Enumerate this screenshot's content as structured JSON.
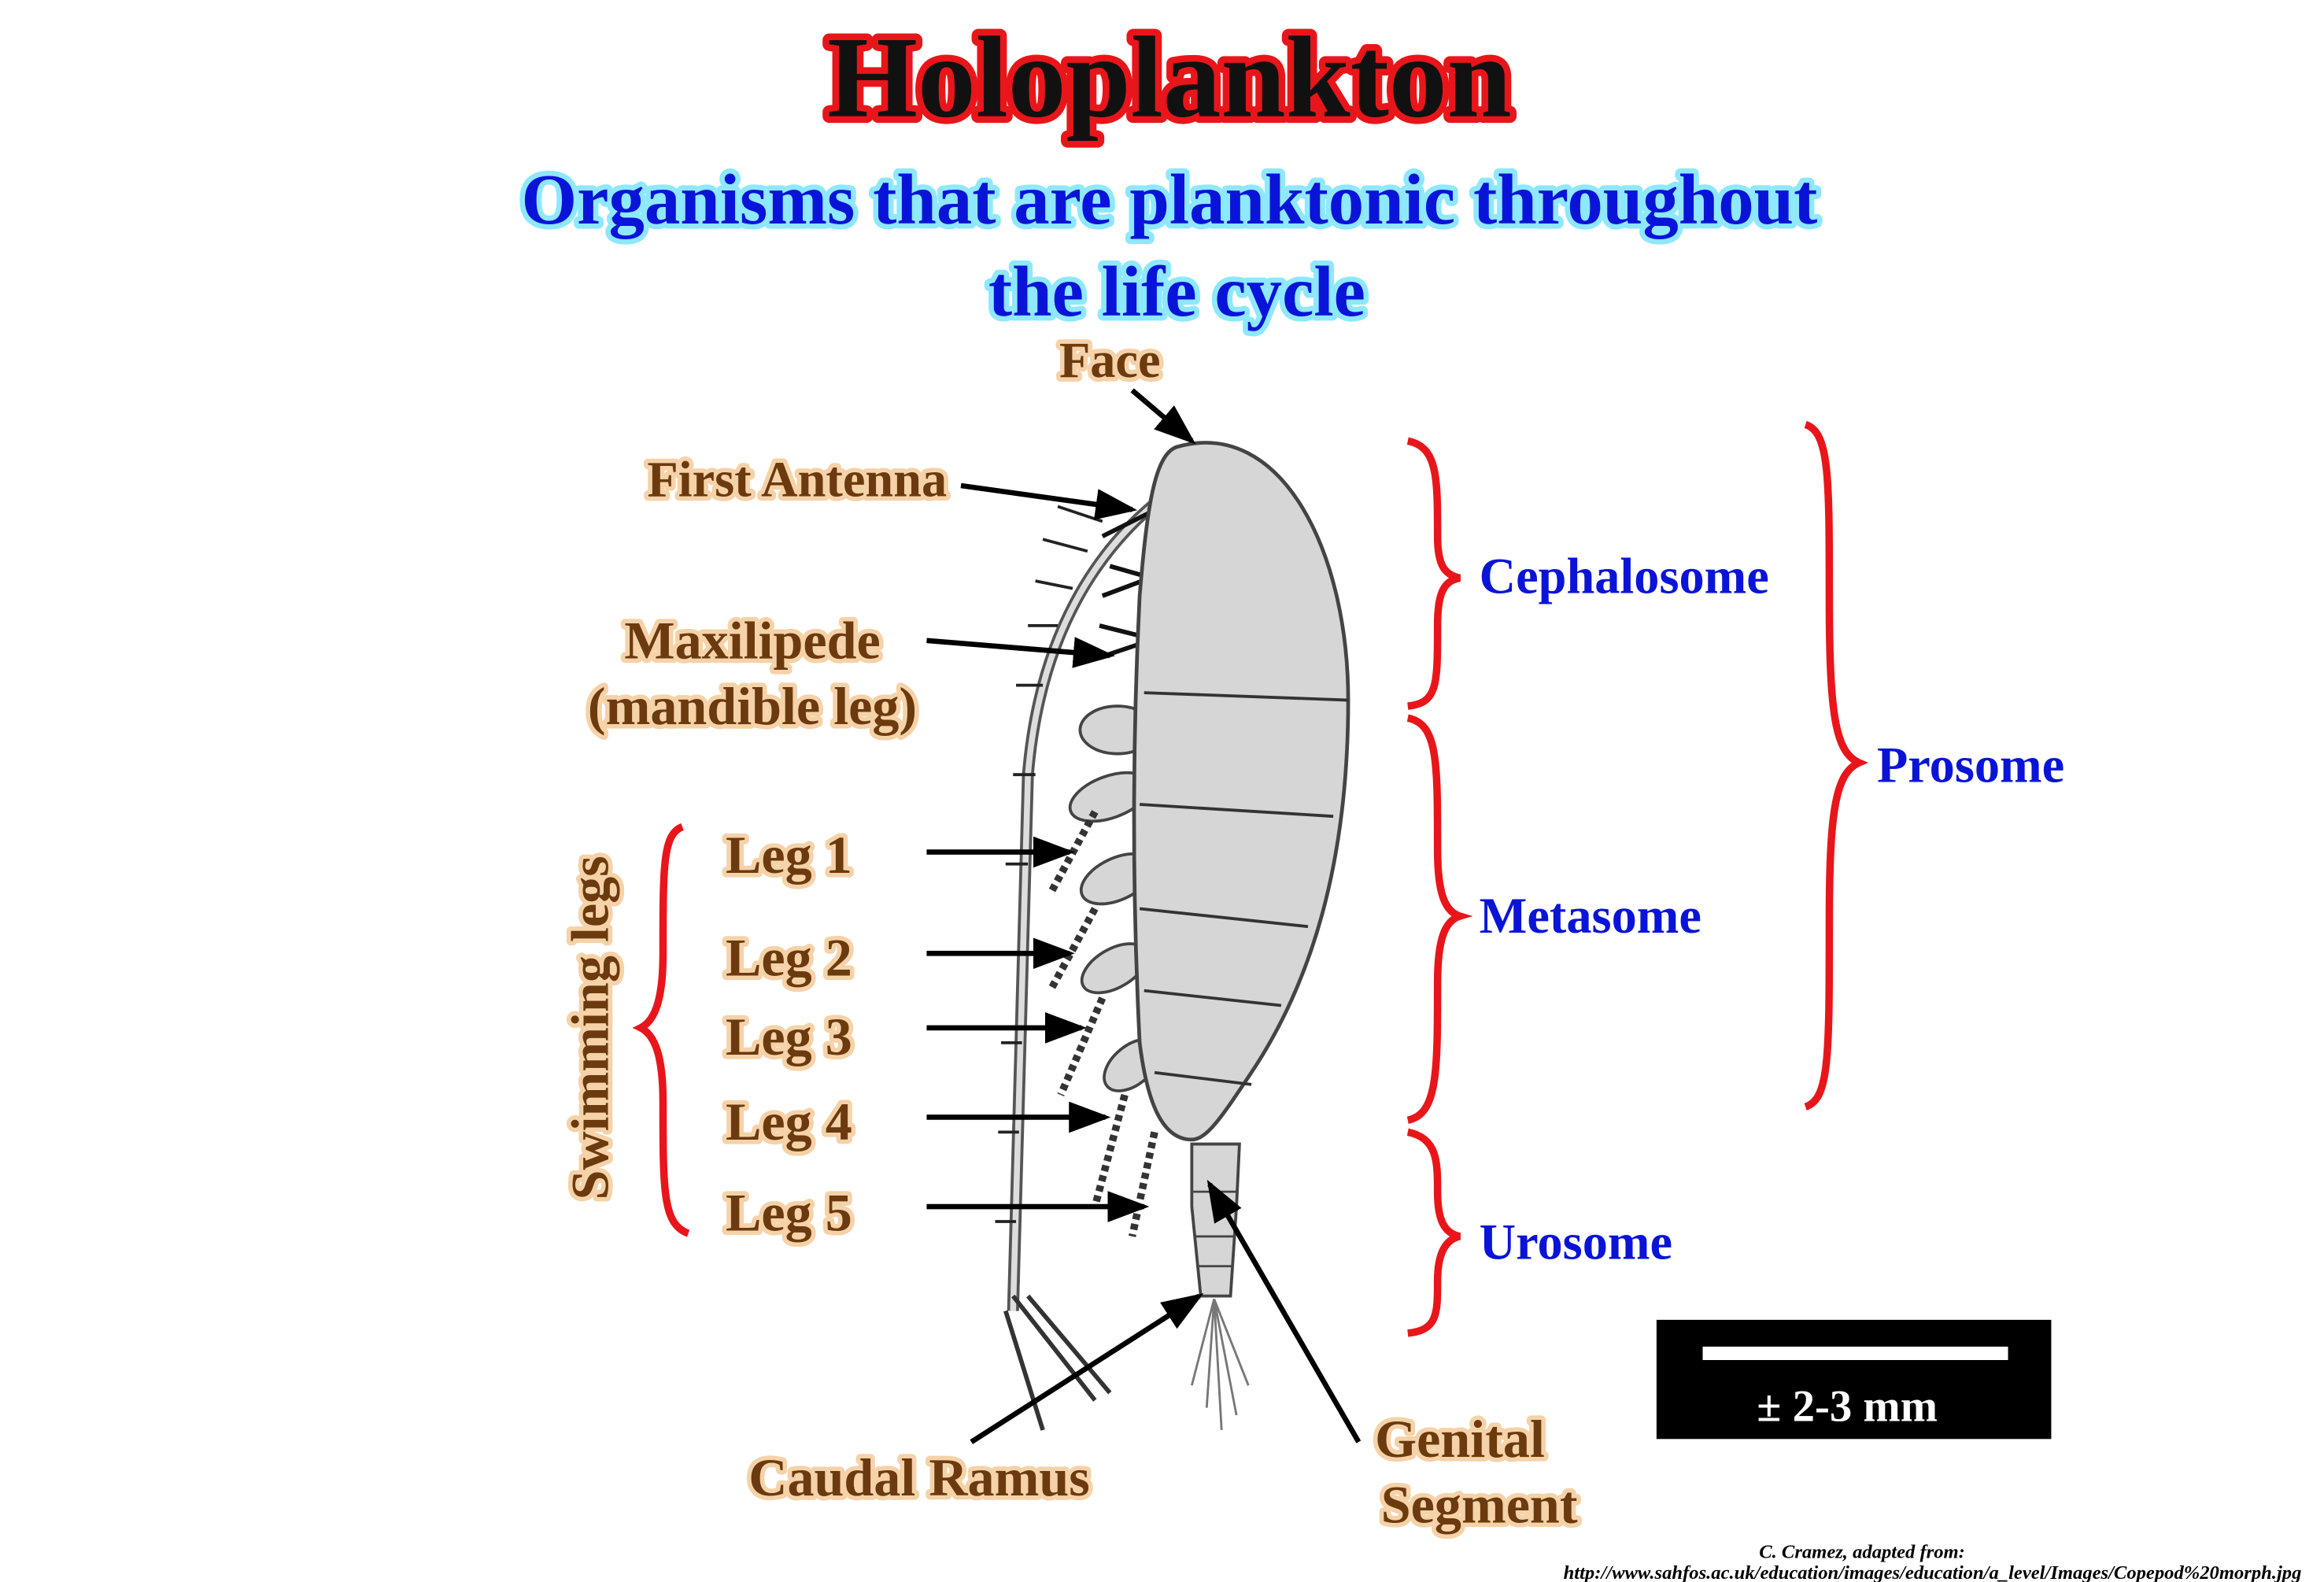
{
  "title": "Holoplankton",
  "subtitle_line1": "Organisms that are planktonic throughout",
  "subtitle_line2": "the life cycle",
  "labels": {
    "face": "Face",
    "first_antenna": "First Antenna",
    "maxilipede": "Maxilipede",
    "mandible_leg": "(mandible leg)",
    "leg1": "Leg 1",
    "leg2": "Leg 2",
    "leg3": "Leg 3",
    "leg4": "Leg 4",
    "leg5": "Leg 5",
    "swimming_legs": "Swimming legs",
    "caudal_ramus": "Caudal Ramus",
    "genital": "Genital",
    "segment": "Segment"
  },
  "regions": {
    "cephalosome": "Cephalosome",
    "metasome": "Metasome",
    "urosome": "Urosome",
    "prosome": "Prosome"
  },
  "scale_bar": "± 2-3 mm",
  "credit_line1": "C. Cramez, adapted from:",
  "credit_line2": "http://www.sahfos.ac.uk/education/images/education/a_level/Images/Copepod%20morph.jpg",
  "colors": {
    "title_outline": "#e8161a",
    "blue_text": "#0a14d8",
    "label_brown": "#6b3a0e",
    "brace_red": "#e8161a",
    "body_fill": "#d6d6d6"
  }
}
